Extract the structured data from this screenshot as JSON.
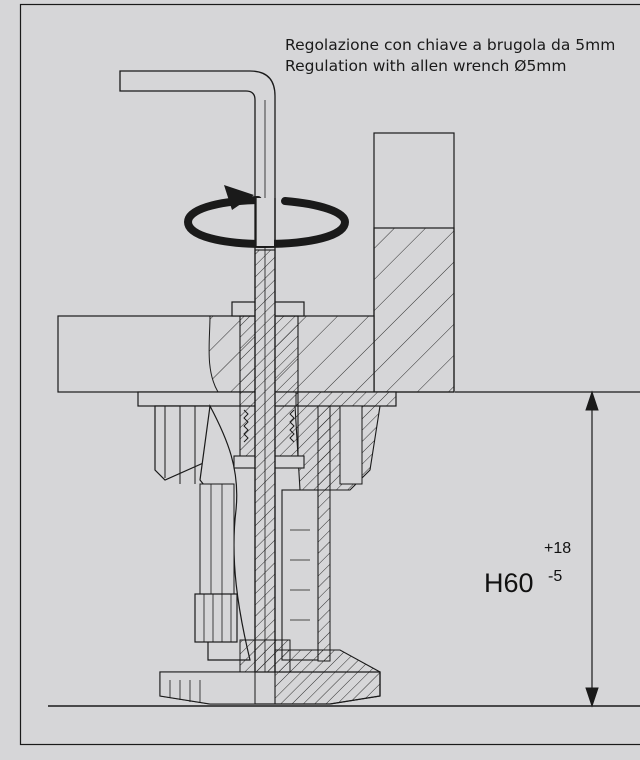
{
  "caption": {
    "line_it": "Regolazione con chiave a brugola da 5mm",
    "line_en": "Regulation with allen wrench Ø5mm"
  },
  "dimension": {
    "nominal": "H60",
    "upper_tolerance": "+18",
    "lower_tolerance": "-5"
  },
  "colors": {
    "background": "#d6d6d8",
    "line": "#1a1a1a"
  }
}
